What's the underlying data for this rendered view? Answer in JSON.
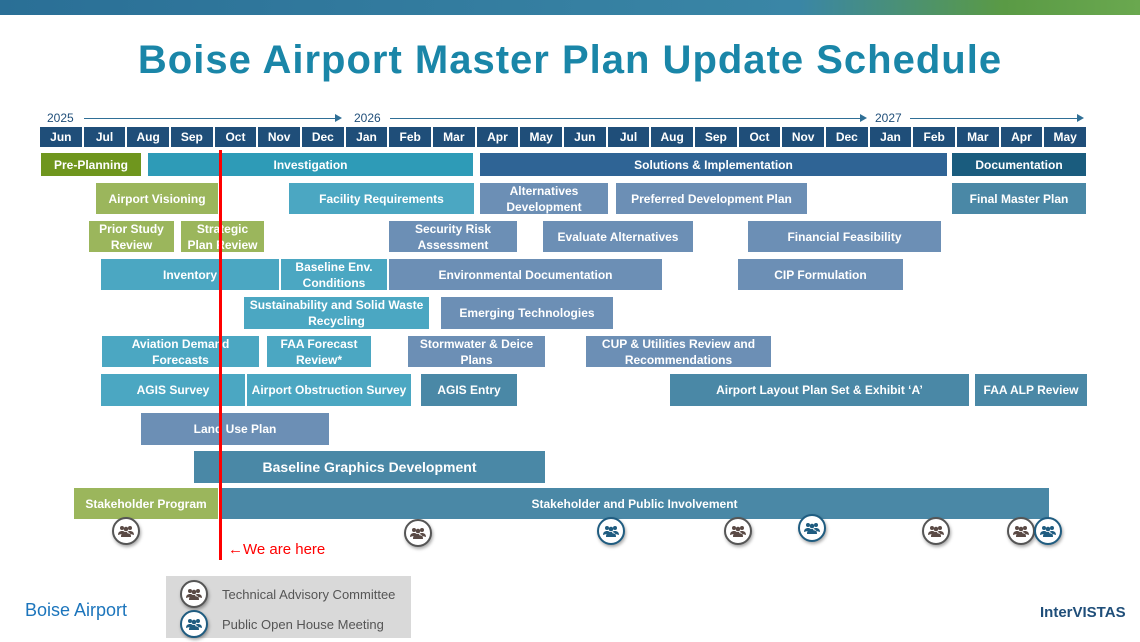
{
  "title": "Boise Airport Master Plan Update Schedule",
  "years": [
    "2025",
    "2026",
    "2027"
  ],
  "months": [
    "Jun",
    "Jul",
    "Aug",
    "Sep",
    "Oct",
    "Nov",
    "Dec",
    "Jan",
    "Feb",
    "Mar",
    "Apr",
    "May",
    "Jun",
    "Jul",
    "Aug",
    "Sep",
    "Oct",
    "Nov",
    "Dec",
    "Jan",
    "Feb",
    "Mar",
    "Apr",
    "May"
  ],
  "tasks": [
    {
      "label": "Pre-Planning",
      "color": "#6f961e"
    },
    {
      "label": "Investigation",
      "color": "#2e9bb7"
    },
    {
      "label": "Solutions & Implementation",
      "color": "#2f6495"
    },
    {
      "label": "Documentation",
      "color": "#1a5c7e"
    },
    {
      "label": "Airport Visioning",
      "color": "#9bb65c"
    },
    {
      "label": "Facility Requirements",
      "color": "#4ba7c2"
    },
    {
      "label": "Alternatives Development",
      "color": "#6c8fb5"
    },
    {
      "label": "Preferred Development Plan",
      "color": "#6c8fb5"
    },
    {
      "label": "Final Master Plan",
      "color": "#4a88a6"
    },
    {
      "label": "Prior Study Review",
      "color": "#9bb65c"
    },
    {
      "label": "Strategic Plan Review",
      "color": "#9bb65c"
    },
    {
      "label": "Security Risk Assessment",
      "color": "#6c8fb5"
    },
    {
      "label": "Evaluate Alternatives",
      "color": "#6c8fb5"
    },
    {
      "label": "Financial Feasibility",
      "color": "#6c8fb5"
    },
    {
      "label": "Inventory",
      "color": "#4ba7c2"
    },
    {
      "label": "Baseline Env. Conditions",
      "color": "#4ba7c2"
    },
    {
      "label": "Environmental Documentation",
      "color": "#6c8fb5"
    },
    {
      "label": "CIP Formulation",
      "color": "#6c8fb5"
    },
    {
      "label": "Sustainability and Solid Waste Recycling",
      "color": "#4ba7c2"
    },
    {
      "label": "Emerging Technologies",
      "color": "#6c8fb5"
    },
    {
      "label": "Aviation Demand Forecasts",
      "color": "#4ba7c2"
    },
    {
      "label": "FAA Forecast Review*",
      "color": "#4ba7c2"
    },
    {
      "label": "Stormwater & Deice Plans",
      "color": "#6c8fb5"
    },
    {
      "label": "CUP & Utilities Review and Recommendations",
      "color": "#6c8fb5"
    },
    {
      "label": "AGIS Survey",
      "color": "#4ba7c2"
    },
    {
      "label": "Airport Obstruction Survey",
      "color": "#4ba7c2"
    },
    {
      "label": "AGIS Entry",
      "color": "#4a88a6"
    },
    {
      "label": "Airport Layout Plan Set & Exhibit ‘A’",
      "color": "#4a88a6"
    },
    {
      "label": "FAA ALP Review",
      "color": "#4a88a6"
    },
    {
      "label": "Land Use Plan",
      "color": "#6c8fb5"
    },
    {
      "label": "Baseline Graphics Development",
      "color": "#4a88a6"
    },
    {
      "label": "Stakeholder Program",
      "color": "#9bb65c"
    },
    {
      "label": "Stakeholder and Public Involvement",
      "color": "#4a88a6"
    }
  ],
  "marker": {
    "label": "←We are here",
    "color": "#ff0000"
  },
  "legend": {
    "tac": "Technical Advisory Committee",
    "public": "Public Open House Meeting"
  },
  "logos": {
    "left": "Boise Airport",
    "right": "InterVISTAS"
  }
}
